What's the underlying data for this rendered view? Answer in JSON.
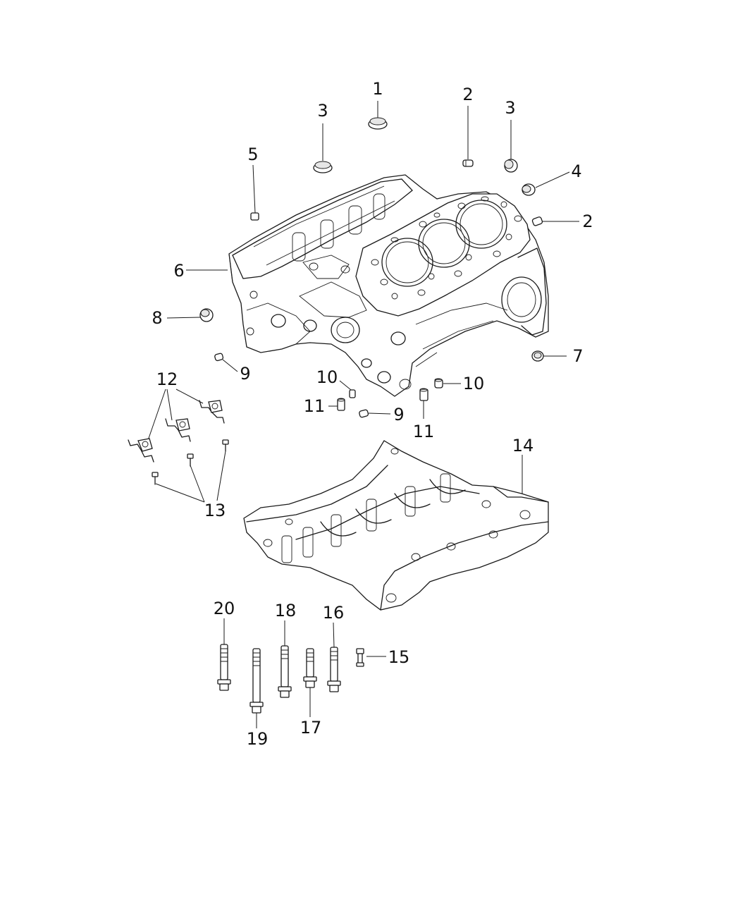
{
  "callouts": [
    {
      "id": "1",
      "text": "1"
    },
    {
      "id": "2a",
      "text": "2"
    },
    {
      "id": "2b",
      "text": "2"
    },
    {
      "id": "3a",
      "text": "3"
    },
    {
      "id": "3b",
      "text": "3"
    },
    {
      "id": "4",
      "text": "4"
    },
    {
      "id": "5",
      "text": "5"
    },
    {
      "id": "6",
      "text": "6"
    },
    {
      "id": "7",
      "text": "7"
    },
    {
      "id": "8",
      "text": "8"
    },
    {
      "id": "9a",
      "text": "9"
    },
    {
      "id": "9b",
      "text": "9"
    },
    {
      "id": "10a",
      "text": "10"
    },
    {
      "id": "10b",
      "text": "10"
    },
    {
      "id": "11a",
      "text": "11"
    },
    {
      "id": "11b",
      "text": "11"
    },
    {
      "id": "12",
      "text": "12"
    },
    {
      "id": "13",
      "text": "13"
    },
    {
      "id": "14",
      "text": "14"
    },
    {
      "id": "15",
      "text": "15"
    },
    {
      "id": "16",
      "text": "16"
    },
    {
      "id": "17",
      "text": "17"
    },
    {
      "id": "18",
      "text": "18"
    },
    {
      "id": "19",
      "text": "19"
    },
    {
      "id": "20",
      "text": "20"
    }
  ],
  "parts": [
    {
      "name": "cylinder-block"
    },
    {
      "name": "bedplate"
    },
    {
      "name": "expansion-plug"
    },
    {
      "name": "dowel"
    },
    {
      "name": "bolt"
    }
  ]
}
